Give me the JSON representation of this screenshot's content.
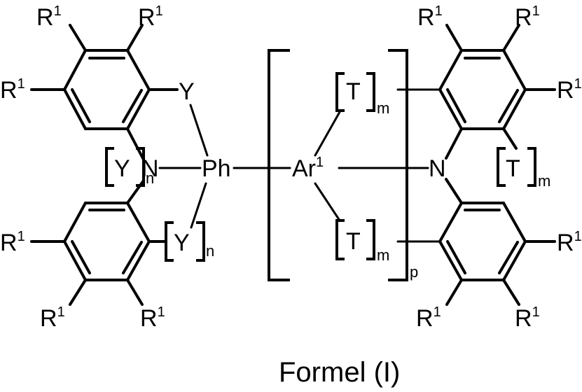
{
  "diagram": {
    "labels": {
      "r": "R",
      "r_sup": "1",
      "y": "Y",
      "n": "n",
      "t": "T",
      "m": "m",
      "p": "p",
      "nitrogen": "N",
      "ph": "Ph",
      "ar": "Ar",
      "ar_sup": "1"
    },
    "caption": "Formel (I)"
  }
}
